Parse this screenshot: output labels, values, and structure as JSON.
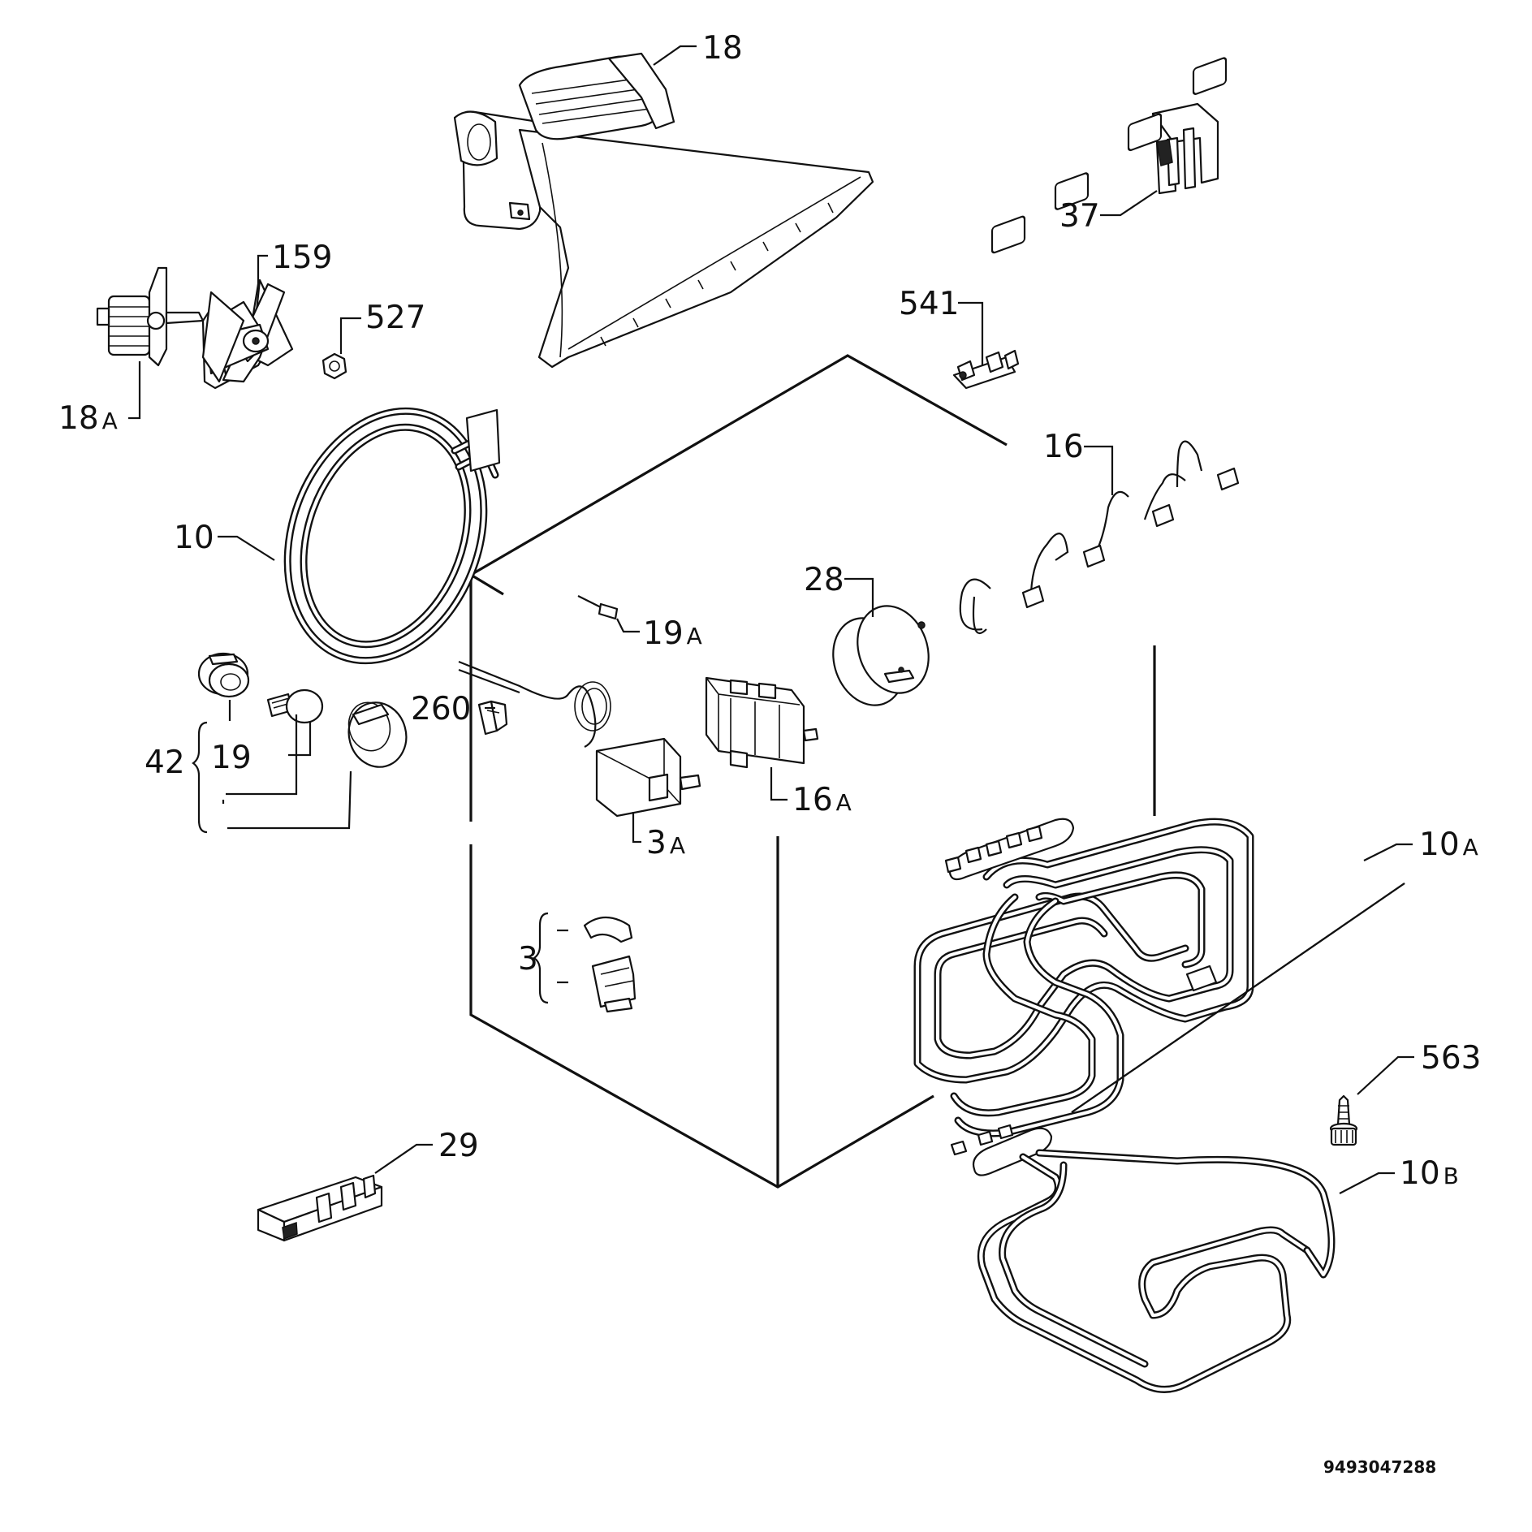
{
  "drawing_number": "9493047288",
  "part_labels": {
    "p18": "18",
    "p37": "37",
    "p159": "159",
    "p527": "527",
    "p18A": "18",
    "p18A_suffix": "A",
    "p541": "541",
    "p16": "16",
    "p10": "10",
    "p28": "28",
    "p19A": "19",
    "p19A_suffix": "A",
    "p260": "260",
    "p42": "42",
    "p19": "19",
    "p16A": "16",
    "p16A_suffix": "A",
    "p3A": "3",
    "p3A_suffix": "A",
    "p10A": "10",
    "p10A_suffix": "A",
    "p3": "3",
    "p563": "563",
    "p29": "29",
    "p10B": "10",
    "p10B_suffix": "B"
  }
}
